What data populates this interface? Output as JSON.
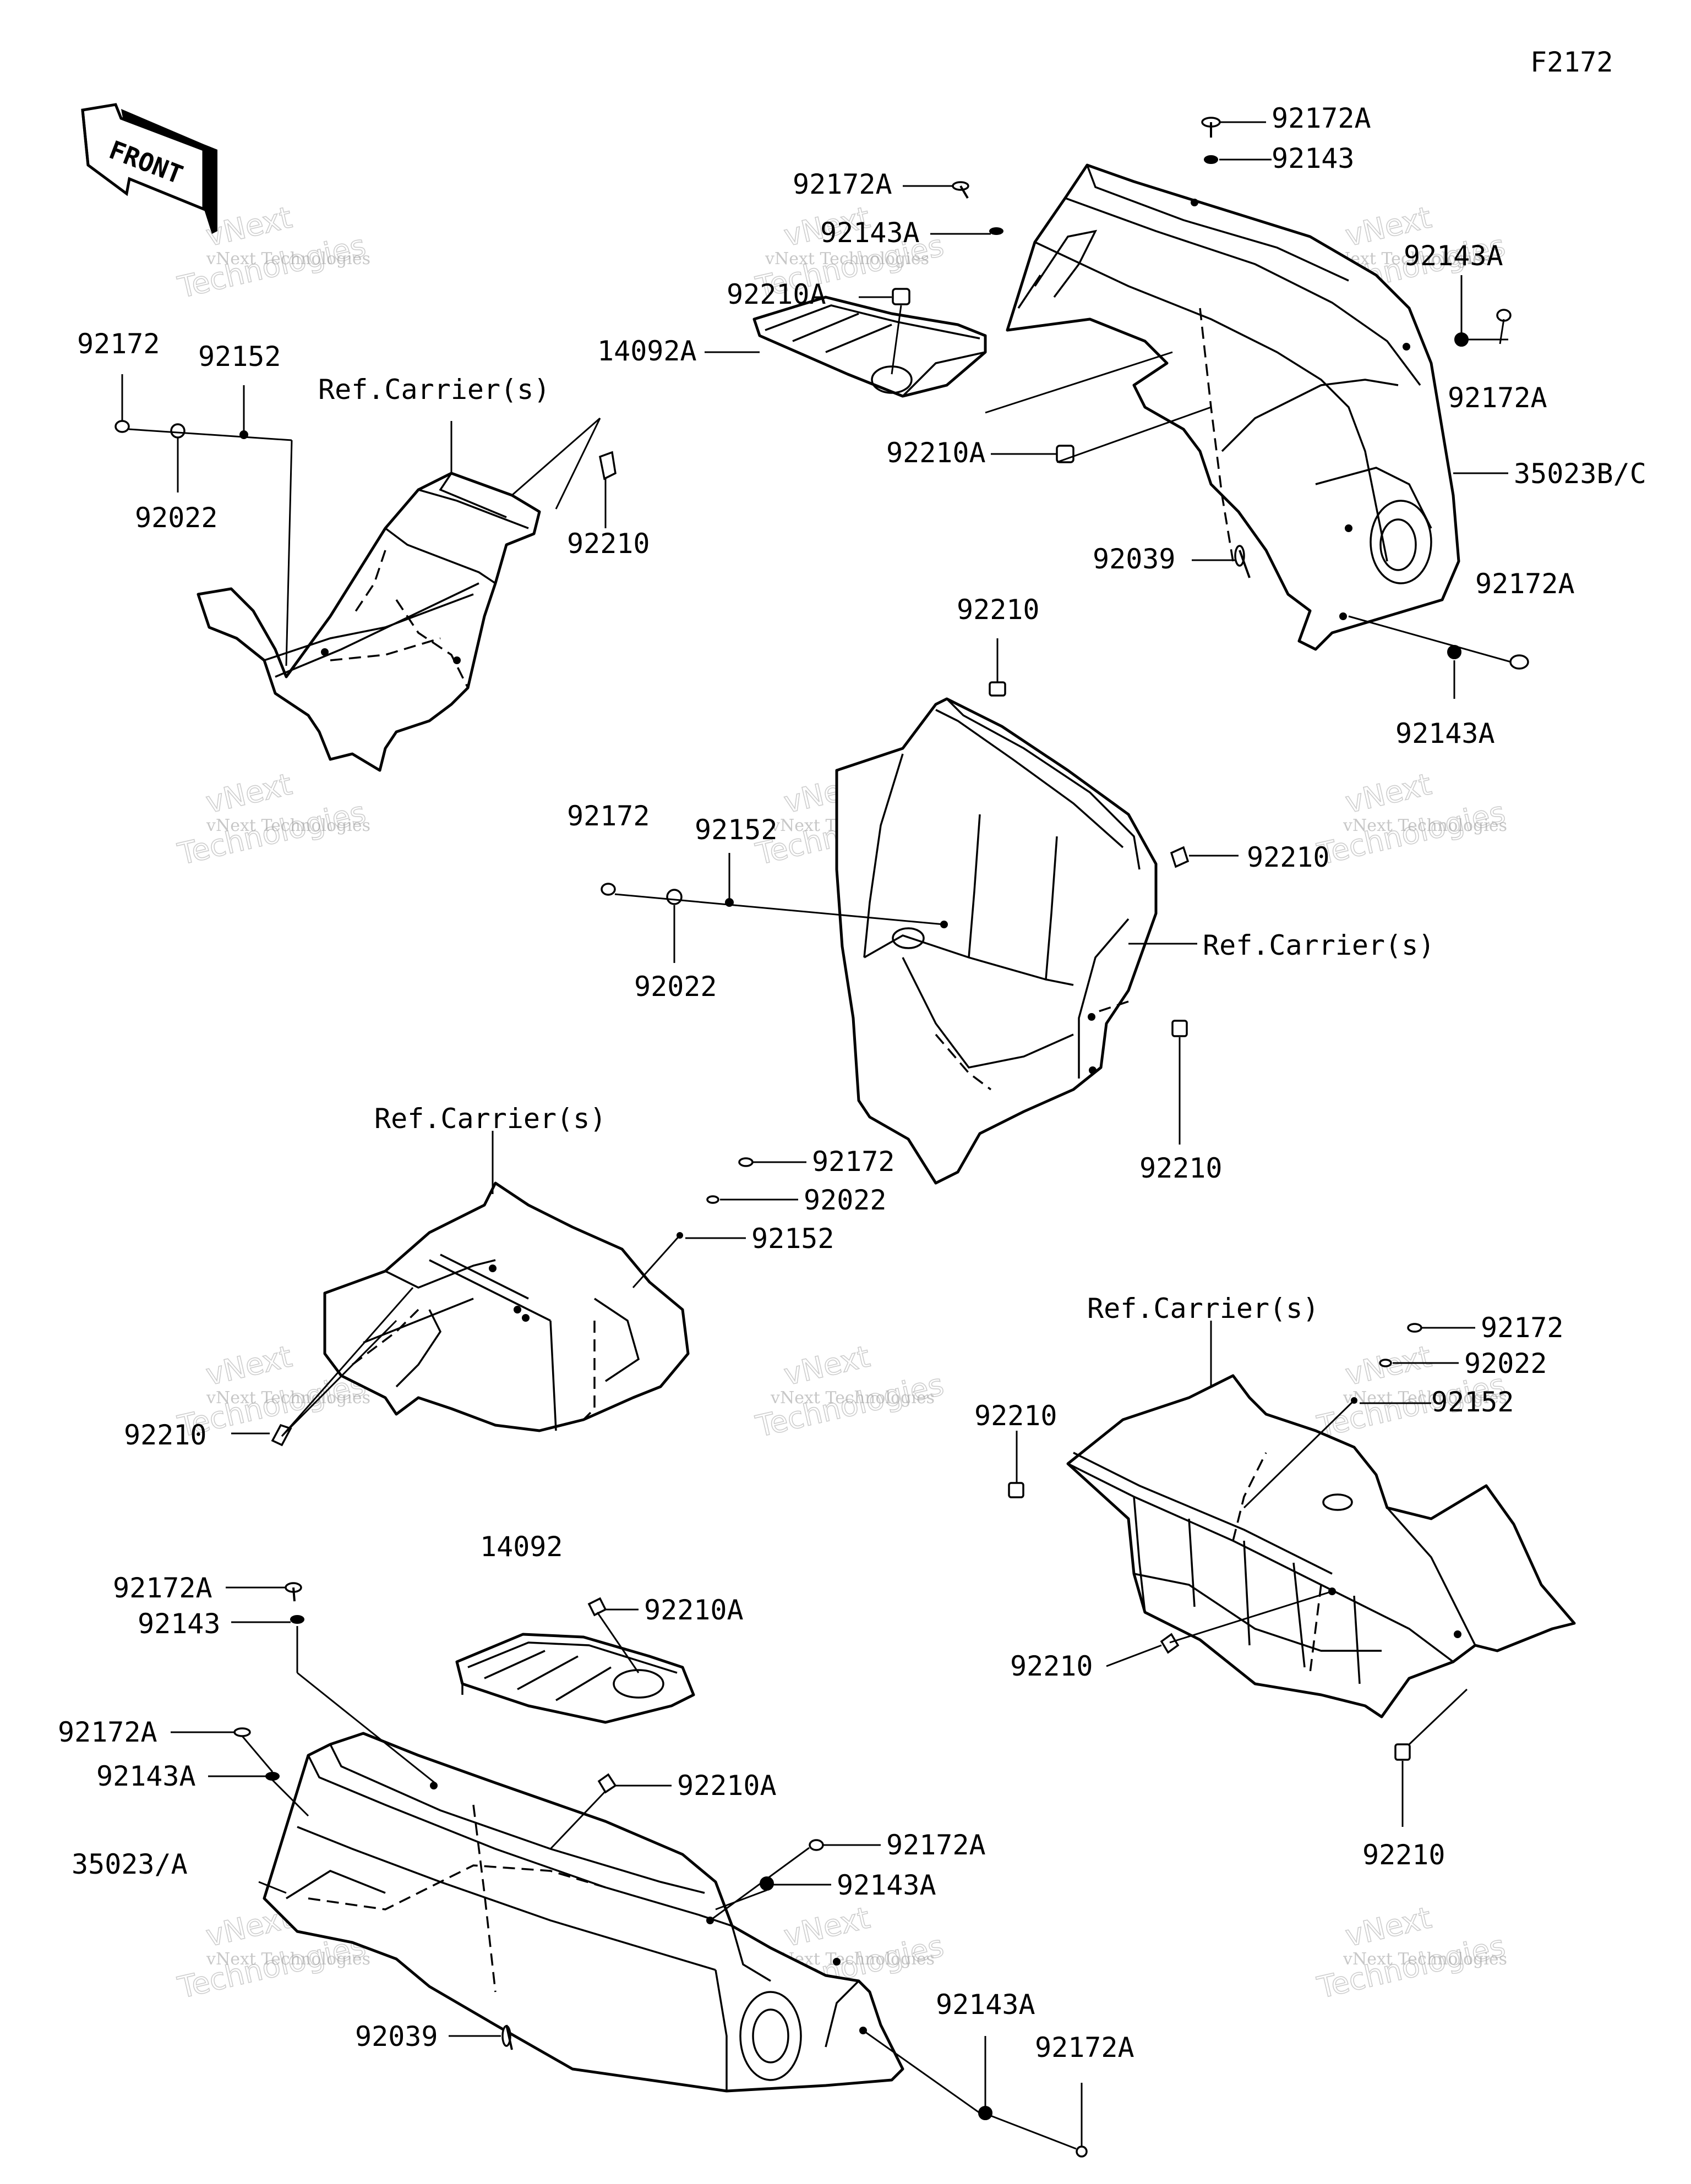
{
  "figure_code": "F2172",
  "front_label": "FRONT",
  "watermark": {
    "brand_small": "vNext Technologies",
    "brand_big_top": "vNext",
    "brand_big_bottom": "Technologies"
  },
  "labels": {
    "l_92172a_top": "92172A",
    "l_92143_top": "92143",
    "l_92172a_left": "92172A",
    "l_92143a_left": "92143A",
    "l_92143a_right": "92143A",
    "l_92172a_right": "92172A",
    "l_92210a_top": "92210A",
    "l_14092a": "14092A",
    "l_92210a_mid": "92210A",
    "l_35023bc": "35023B/C",
    "l_92039_top": "92039",
    "l_92172a_r2": "92172A",
    "l_92143a_r2": "92143A",
    "l_92172_tl": "92172",
    "l_92152_tl": "92152",
    "l_ref_tl": "Ref.Carrier(s)",
    "l_92022_tl": "92022",
    "l_92210_tl": "92210",
    "l_92210_c_top": "92210",
    "l_92172_c": "92172",
    "l_92152_c": "92152",
    "l_92210_c_right": "92210",
    "l_ref_c": "Ref.Carrier(s)",
    "l_92022_c": "92022",
    "l_92210_c_bottom": "92210",
    "l_ref_ml": "Ref.Carrier(s)",
    "l_92172_ml": "92172",
    "l_92022_ml": "92022",
    "l_92152_ml": "92152",
    "l_92210_ml": "92210",
    "l_ref_mr": "Ref.Carrier(s)",
    "l_92172_mr": "92172",
    "l_92022_mr": "92022",
    "l_92152_mr": "92152",
    "l_92210_mr_left": "92210",
    "l_92210_mr_mid": "92210",
    "l_92210_mr_bottom": "92210",
    "l_14092": "14092",
    "l_92210a_b1": "92210A",
    "l_92172a_b1": "92172A",
    "l_92143_b": "92143",
    "l_92172a_b2": "92172A",
    "l_92143a_b2": "92143A",
    "l_92210a_b2": "92210A",
    "l_35023a": "35023/A",
    "l_92172a_b3": "92172A",
    "l_92143a_b3": "92143A",
    "l_92143a_b4": "92143A",
    "l_92172a_b4": "92172A",
    "l_92039_bottom": "92039"
  }
}
